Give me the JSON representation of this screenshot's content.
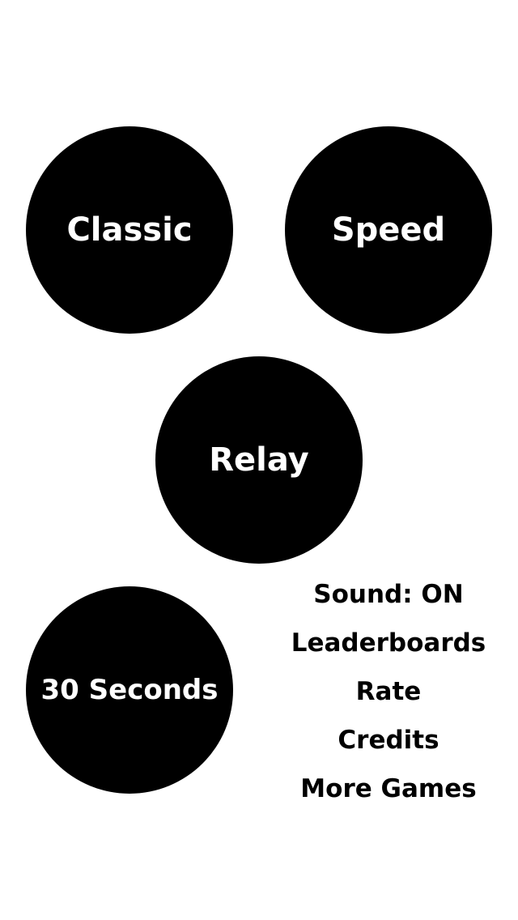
{
  "modes": {
    "classic": "Classic",
    "speed": "Speed",
    "relay": "Relay",
    "thirty_seconds": "30 Seconds"
  },
  "menu": {
    "sound": "Sound: ON",
    "leaderboards": "Leaderboards",
    "rate": "Rate",
    "credits": "Credits",
    "more_games": "More Games"
  },
  "colors": {
    "background": "#ffffff",
    "circle": "#000000",
    "circle_text": "#ffffff",
    "menu_text": "#000000"
  }
}
